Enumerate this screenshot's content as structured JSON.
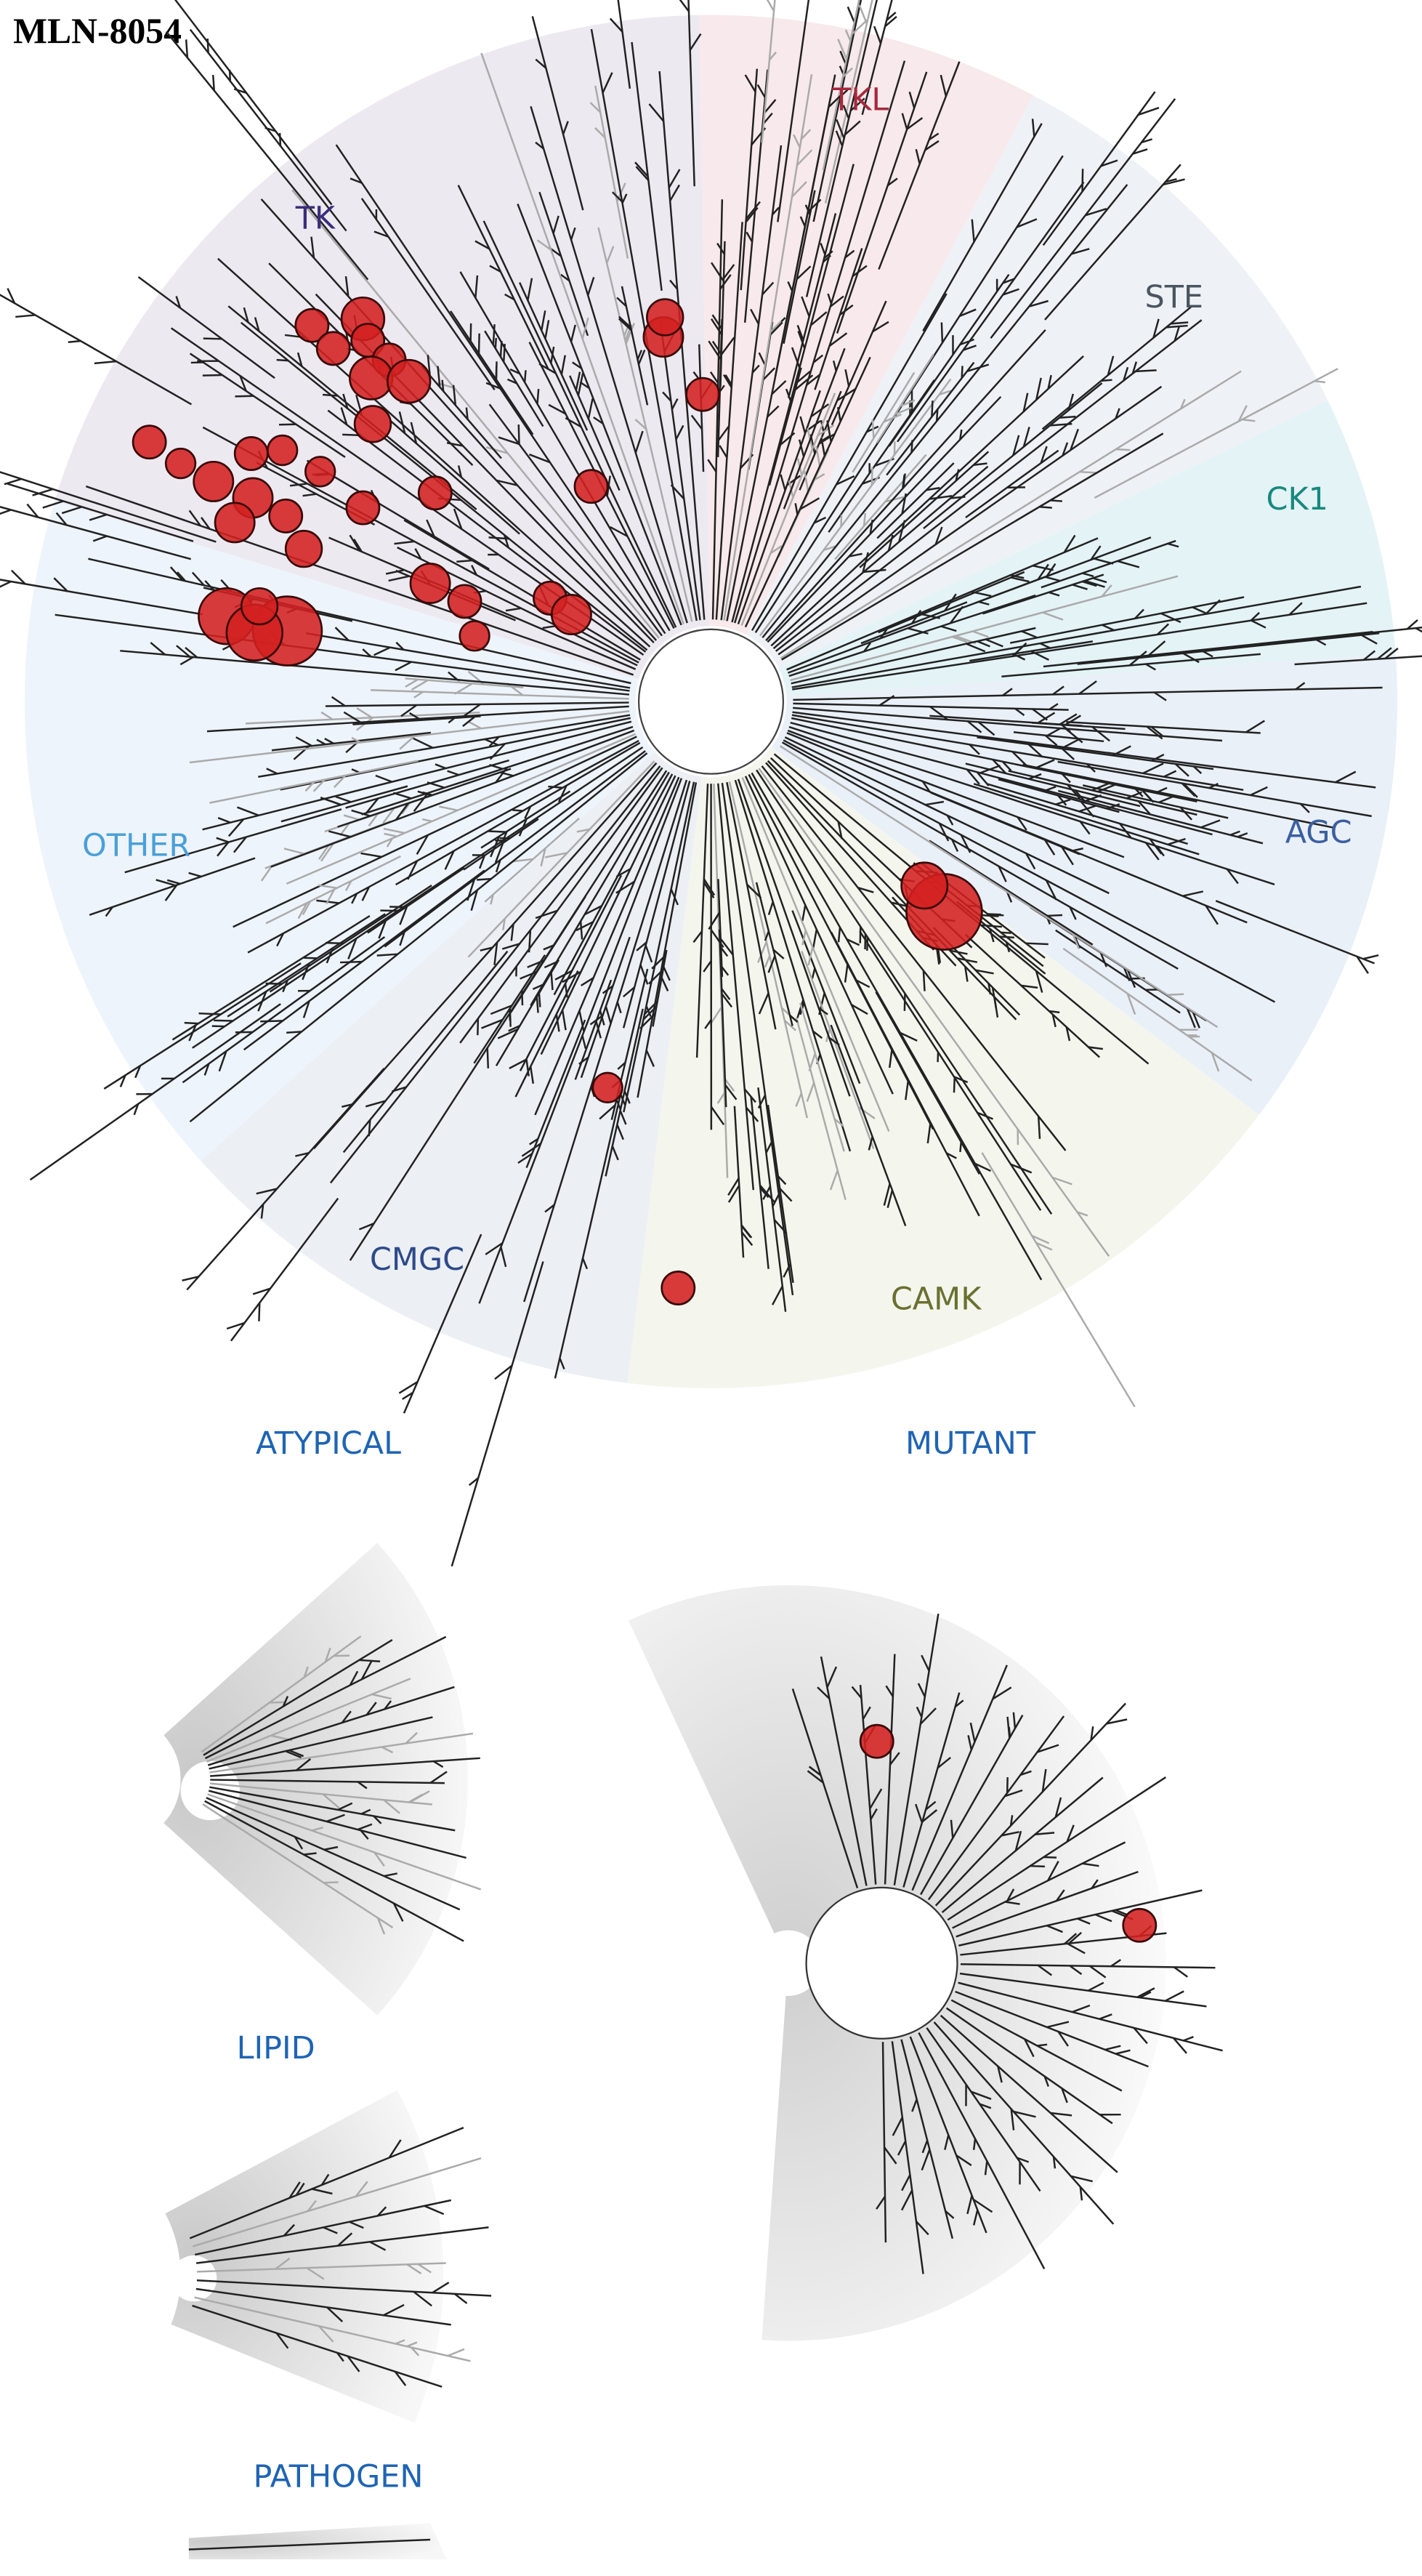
{
  "title": "MLN-8054",
  "groups": [
    {
      "key": "TK",
      "label": "TK",
      "fill": "#ede9f1",
      "color": "#3b2d7a"
    },
    {
      "key": "TKL",
      "label": "TKL",
      "fill": "#f8e9ec",
      "color": "#a8283c"
    },
    {
      "key": "STE",
      "label": "STE",
      "fill": "#eef2f6",
      "color": "#4a5560"
    },
    {
      "key": "CK1",
      "label": "CK1",
      "fill": "#e4f3f6",
      "color": "#17897f"
    },
    {
      "key": "AGC",
      "label": "AGC",
      "fill": "#eaf0f8",
      "color": "#3b5fa0"
    },
    {
      "key": "CAMK",
      "label": "CAMK",
      "fill": "#f4f6ee",
      "color": "#6b7030"
    },
    {
      "key": "CMGC",
      "label": "CMGC",
      "fill": "#eceff4",
      "color": "#2d4a8a"
    },
    {
      "key": "OTHER",
      "label": "OTHER",
      "fill": "#eef4fb",
      "color": "#4aa0d8"
    }
  ],
  "subtrees": {
    "atypical": "ATYPICAL",
    "mutant": "MUTANT",
    "lipid": "LIPID",
    "pathogen": "PATHOGEN"
  },
  "hit_color": "#d42020"
}
